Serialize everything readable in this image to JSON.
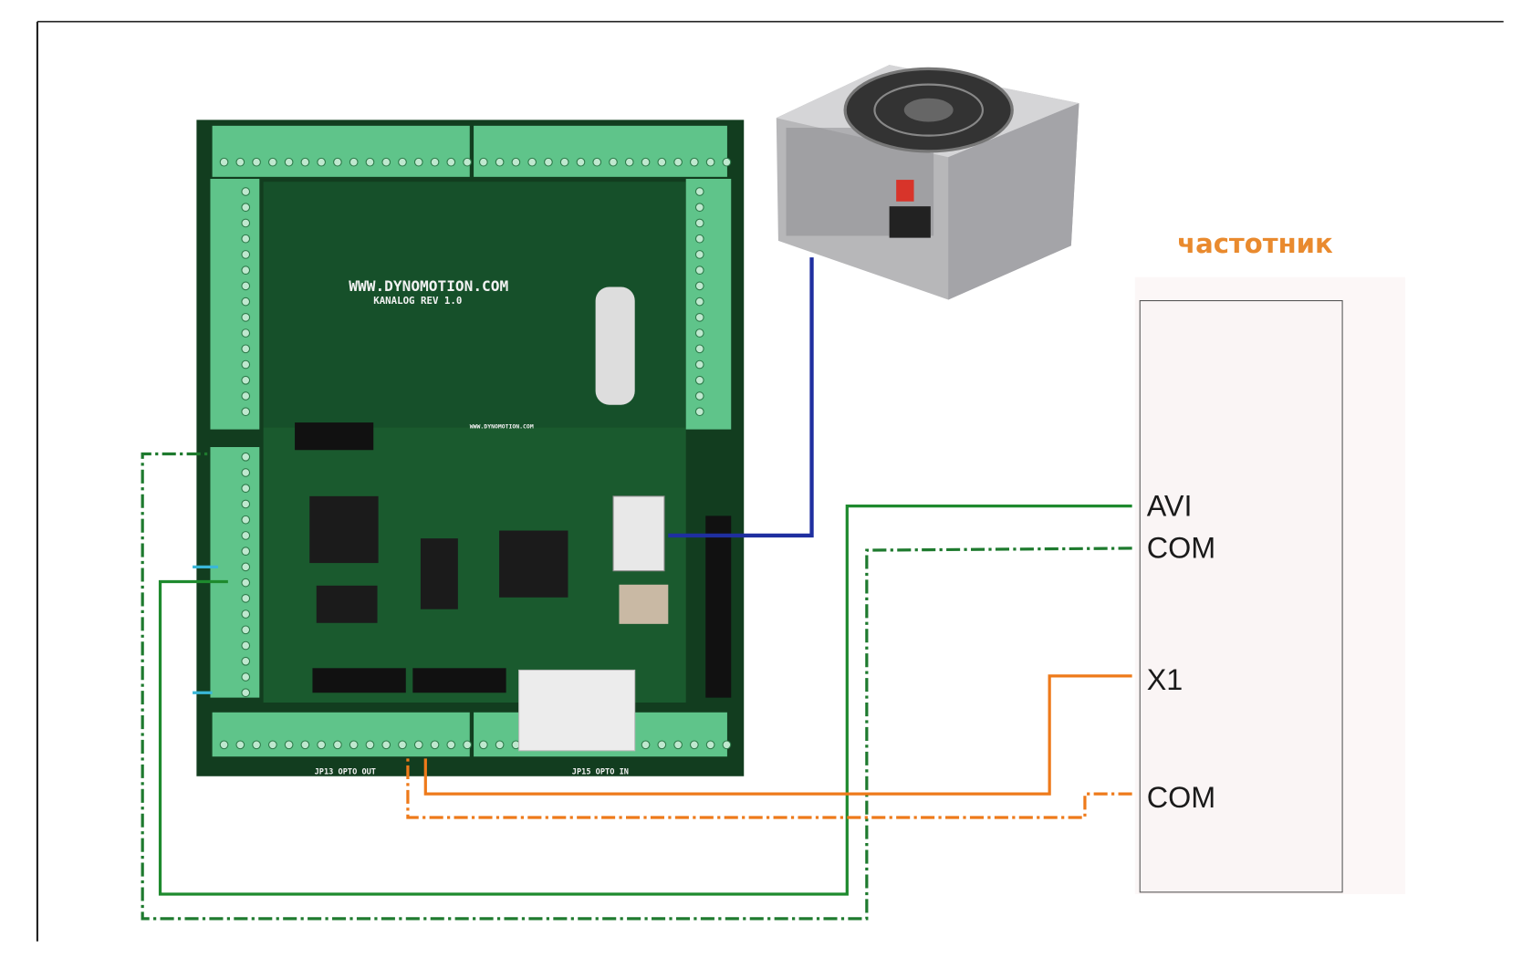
{
  "diagram": {
    "frame": "wiring-diagram",
    "controller_board": {
      "silkscreen_main": "WWW.DYNOMOTION.COM",
      "silkscreen_model": "KANALOG REV 1.0",
      "silkscreen_sub": "WWW.DYNOMOTION.COM",
      "connector_out": "JP13  OPTO  OUT",
      "connector_in": "JP15  OPTO  IN"
    },
    "power_supply": {
      "icon": "pc-power-supply-icon"
    },
    "vfd": {
      "title": "частотник",
      "terminals": [
        "AVI",
        "COM",
        "X1",
        "COM"
      ]
    },
    "wires": [
      {
        "from": "power-supply",
        "to": "board",
        "color": "#1f2fa0",
        "style": "solid"
      },
      {
        "from": "board",
        "to": "AVI",
        "color": "#1e8a2e",
        "style": "solid"
      },
      {
        "from": "board",
        "to": "COM",
        "color": "#1e7a2e",
        "style": "dash-dot"
      },
      {
        "from": "board",
        "to": "X1",
        "color": "#ee7a1a",
        "style": "solid"
      },
      {
        "from": "board",
        "to": "COM",
        "color": "#ee7a1a",
        "style": "dash-dot"
      }
    ]
  }
}
